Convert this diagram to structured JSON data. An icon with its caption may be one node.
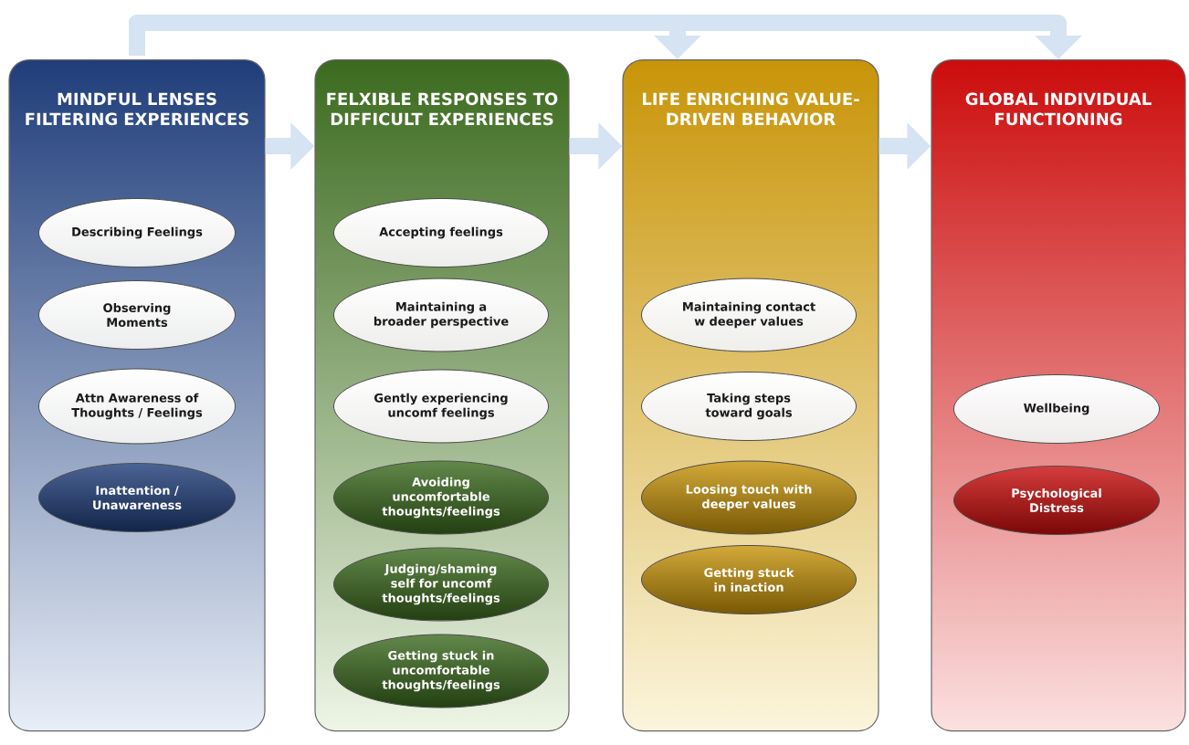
{
  "diagram": {
    "nodes": [
      {
        "text": [
          "MINDFUL LENSES FILTERING EXPERIENCES"
        ]
      },
      {
        "text": [
          "Describing Feelings"
        ],
        "in": 0
      },
      {
        "text": [
          "Observing Moments"
        ],
        "in": 0
      },
      {
        "text": [
          "Attn Awareness of Thoughts / Feelings"
        ],
        "in": 0
      },
      {
        "text": [
          "Inattention / Unawareness"
        ],
        "in": 0
      },
      {
        "text": [
          "FELXIBLE RESPONSES TO DIFFICULT EXPERIENCES"
        ]
      },
      {
        "text": [
          "Accepting feelings"
        ],
        "in": 5
      },
      {
        "text": [
          "Maintaining a broader perspective"
        ],
        "in": 5
      },
      {
        "text": [
          "Gently experiencing uncomf feelings"
        ],
        "in": 5
      },
      {
        "text": [
          "Avoiding uncomfortable thoughts/feelings"
        ],
        "in": 5
      },
      {
        "text": [
          "Judging/shaming self for uncomf thoughts/feelings"
        ],
        "in": 5
      },
      {
        "text": [
          "Getting stuck in uncomfortable thoughts/feelings"
        ],
        "in": 5
      },
      {
        "text": [
          "LIFE ENRICHING VALUE-DRIVEN BEHAVIOR"
        ]
      },
      {
        "text": [
          "Maintaining contact w deeper values"
        ],
        "in": 12
      },
      {
        "text": [
          "Taking steps toward goals"
        ],
        "in": 12
      },
      {
        "text": [
          "Loosing touch with deeper values"
        ],
        "in": 12
      },
      {
        "text": [
          "Getting stuck in inaction"
        ],
        "in": 12
      },
      {
        "text": [
          "GLOBAL INDIVIDUAL FUNCTIONING"
        ]
      },
      {
        "text": [
          "Wellbeing"
        ],
        "in": 17
      },
      {
        "text": [
          "Psychological Distress"
        ],
        "in": 17
      }
    ],
    "edges": [
      {
        "from": 0,
        "to": 5,
        "arrow": "to"
      },
      {
        "from": 5,
        "to": 12,
        "arrow": "to"
      },
      {
        "from": 12,
        "to": 17,
        "arrow": "to"
      },
      {
        "from": 0,
        "to": 12,
        "arrow": "to"
      },
      {
        "from": 0,
        "to": 17,
        "arrow": "to"
      }
    ]
  }
}
